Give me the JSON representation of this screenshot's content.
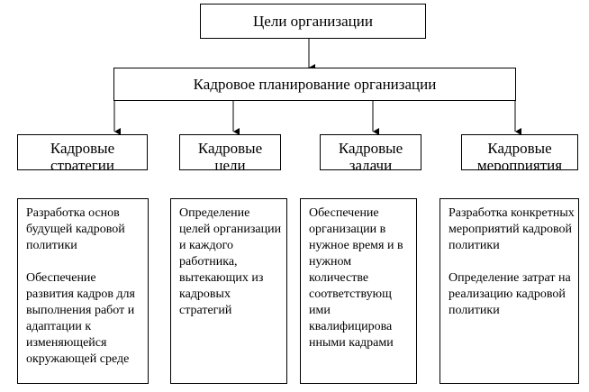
{
  "top_box": {
    "label": "Цели организации"
  },
  "planning_box": {
    "label": "Кадровое планирование организации"
  },
  "categories": [
    {
      "line1": "Кадровые",
      "line2": "стратегии",
      "description": [
        "Разработка основ будущей кадровой политики",
        "Обеспечение развития кадров для выполнения работ и адаптации к изменяющейся окружающей среде"
      ]
    },
    {
      "line1": "Кадровые",
      "line2": "цели",
      "description": [
        "Определение целей организации и каждого работника, вытекающих из кадровых стратегий"
      ]
    },
    {
      "line1": "Кадровые",
      "line2": "задачи",
      "description": [
        "Обеспечение организации в нужное время и в нужном количестве соответствующ ими квалифицирова нными кадрами"
      ]
    },
    {
      "line1": "Кадровые",
      "line2": "мероприятия",
      "description": [
        "Разработка конкретных мероприятий кадровой политики",
        "Определение затрат на реализацию кадровой политики"
      ]
    }
  ]
}
